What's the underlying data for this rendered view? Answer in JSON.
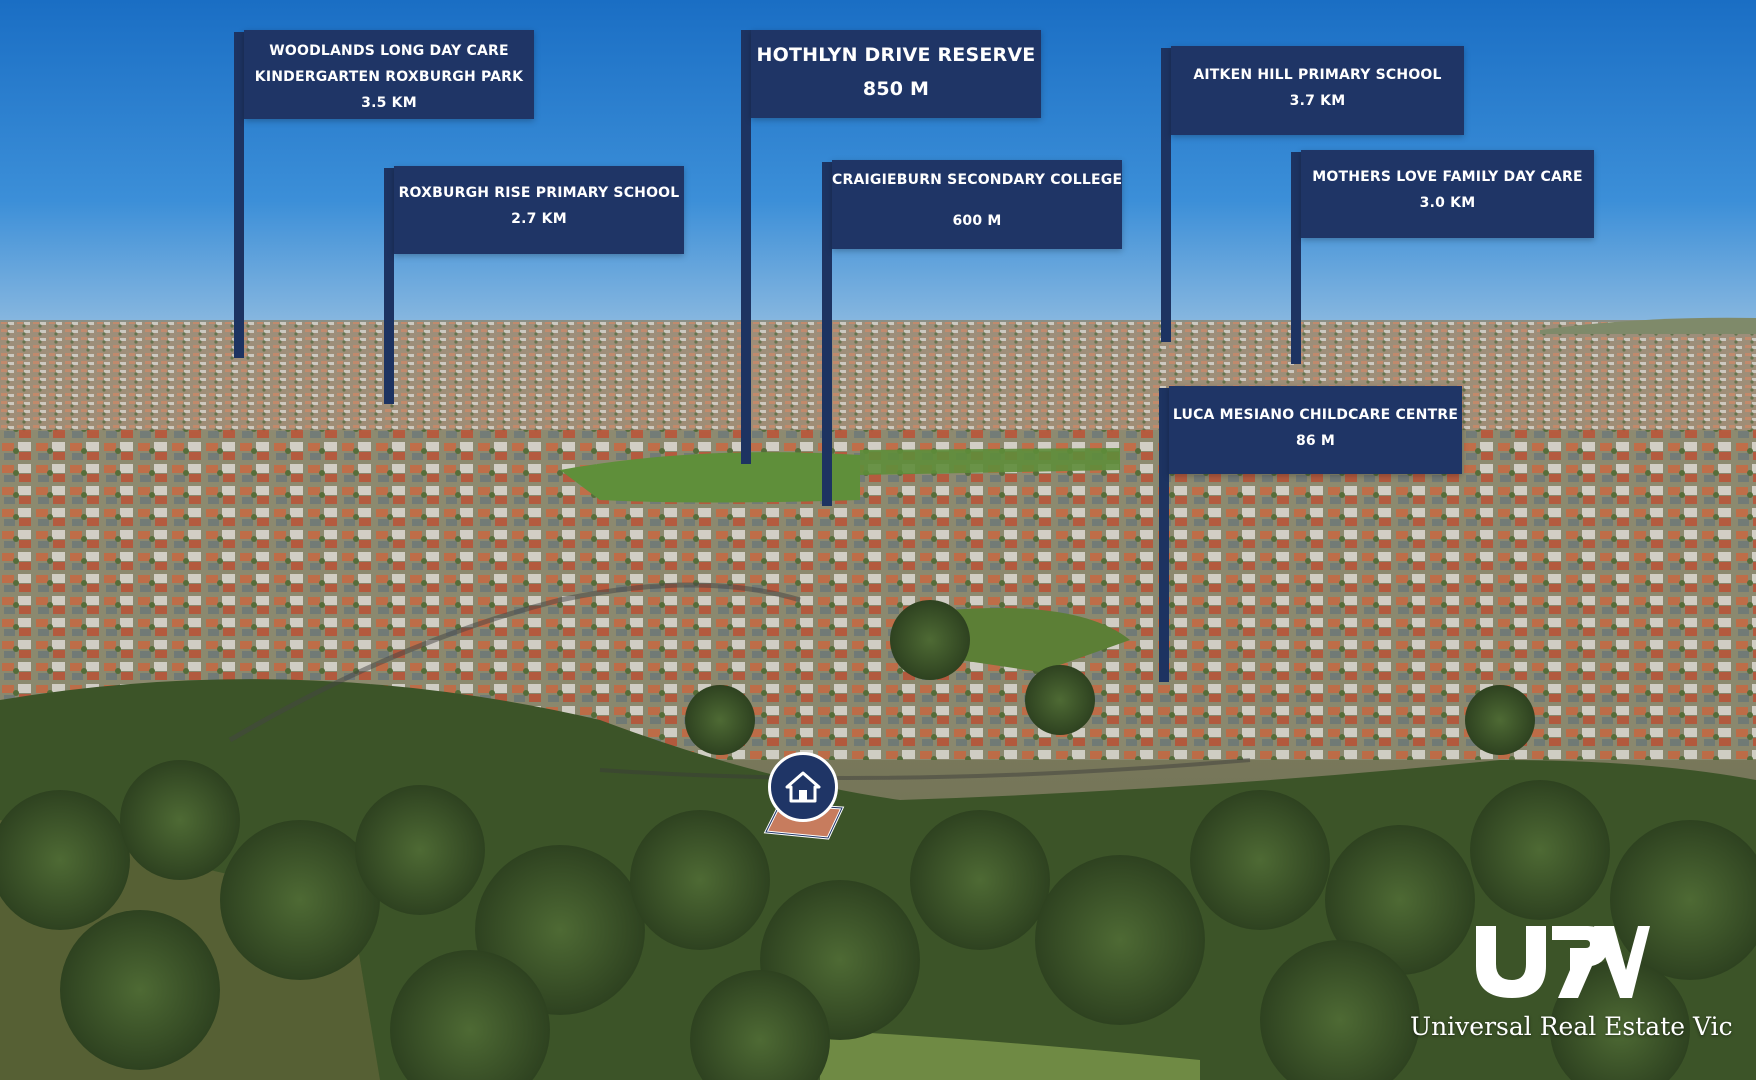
{
  "image": {
    "type": "aerial-photo",
    "subject": "suburban neighbourhood with parkland and sports reserve",
    "colors": {
      "sign_fill": "#1f3566",
      "sign_text": "#ffffff",
      "sky": "#2b7fd0"
    }
  },
  "signs": [
    {
      "lines": [
        "WOODLANDS LONG DAY CARE",
        "KINDERGARTEN ROXBURGH PARK",
        "3.5 KM"
      ]
    },
    {
      "lines": [
        "ROXBURGH RISE PRIMARY SCHOOL",
        "2.7 KM"
      ]
    },
    {
      "lines": [
        "HOTHLYN DRIVE RESERVE",
        "850 M"
      ]
    },
    {
      "lines": [
        "CRAIGIEBURN SECONDARY COLLEGE",
        "600 M"
      ]
    },
    {
      "lines": [
        "AITKEN HILL PRIMARY SCHOOL",
        "3.7 KM"
      ]
    },
    {
      "lines": [
        "MOTHERS LOVE FAMILY DAY CARE",
        "3.0 KM"
      ]
    },
    {
      "lines": [
        "LUCA MESIANO CHILDCARE CENTRE",
        "86 M"
      ]
    }
  ],
  "property_marker": {
    "icon": "home-icon"
  },
  "logo": {
    "wordmark": "URV",
    "tagline": "Universal Real Estate Vic"
  }
}
